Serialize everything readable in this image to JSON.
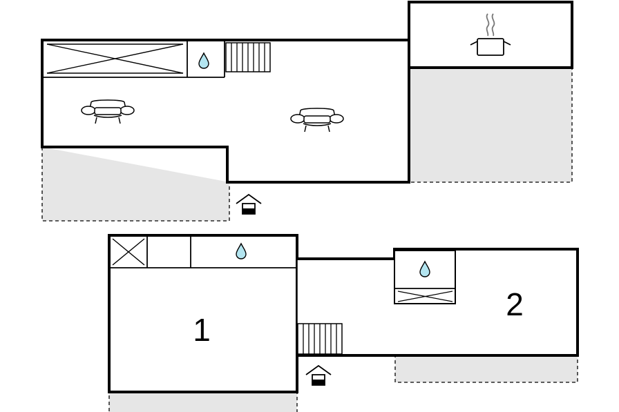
{
  "floor_plan": {
    "rooms": [
      {
        "id": "bedroom-1",
        "label": "1"
      },
      {
        "id": "bedroom-2",
        "label": "2"
      }
    ],
    "colors": {
      "wall": "#000000",
      "terrace_fill": "#e6e6e6",
      "water_drop": "#b3e5f0",
      "steam": "#666666",
      "background": "#ffffff"
    },
    "icons": [
      "water-drop-icon",
      "armchair-icon",
      "cooking-pot-icon",
      "entrance-icon",
      "stairs-icon",
      "wardrobe-icon"
    ]
  }
}
